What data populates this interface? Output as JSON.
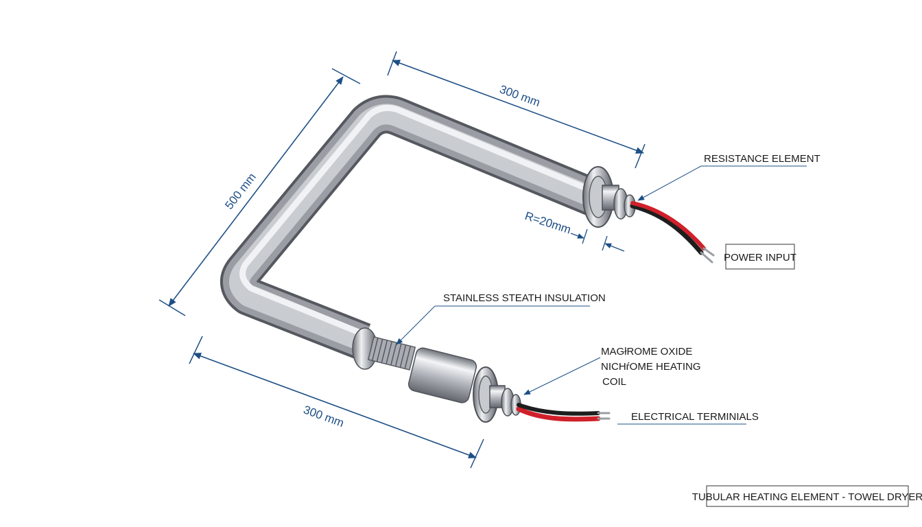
{
  "dimensions": {
    "top_length": "300 mm",
    "left_length": "500 mm",
    "bottom_length": "300 mm",
    "bend_radius": "R=20mm"
  },
  "labels": {
    "resistance_element": "RESISTANCE ELEMENT",
    "power_input": "POWER INPUT",
    "sheath_insulation": "STAINLESS STEATH INSULATION",
    "oxide_line1": "MAGłROME OXIDE",
    "oxide_line2": "NICHŕOME HEATING",
    "oxide_line3": "COIL",
    "electrical_terminals": "ELECTRICAL TERMINIALS"
  },
  "title_block": "TUBULAR HEATING ELEMENT - TOWEL DRYER",
  "colors": {
    "dimension_line": "#1d4f86",
    "wire_red": "#d0202a",
    "wire_black": "#1e1e1e",
    "metal": "#b8bcc2"
  }
}
